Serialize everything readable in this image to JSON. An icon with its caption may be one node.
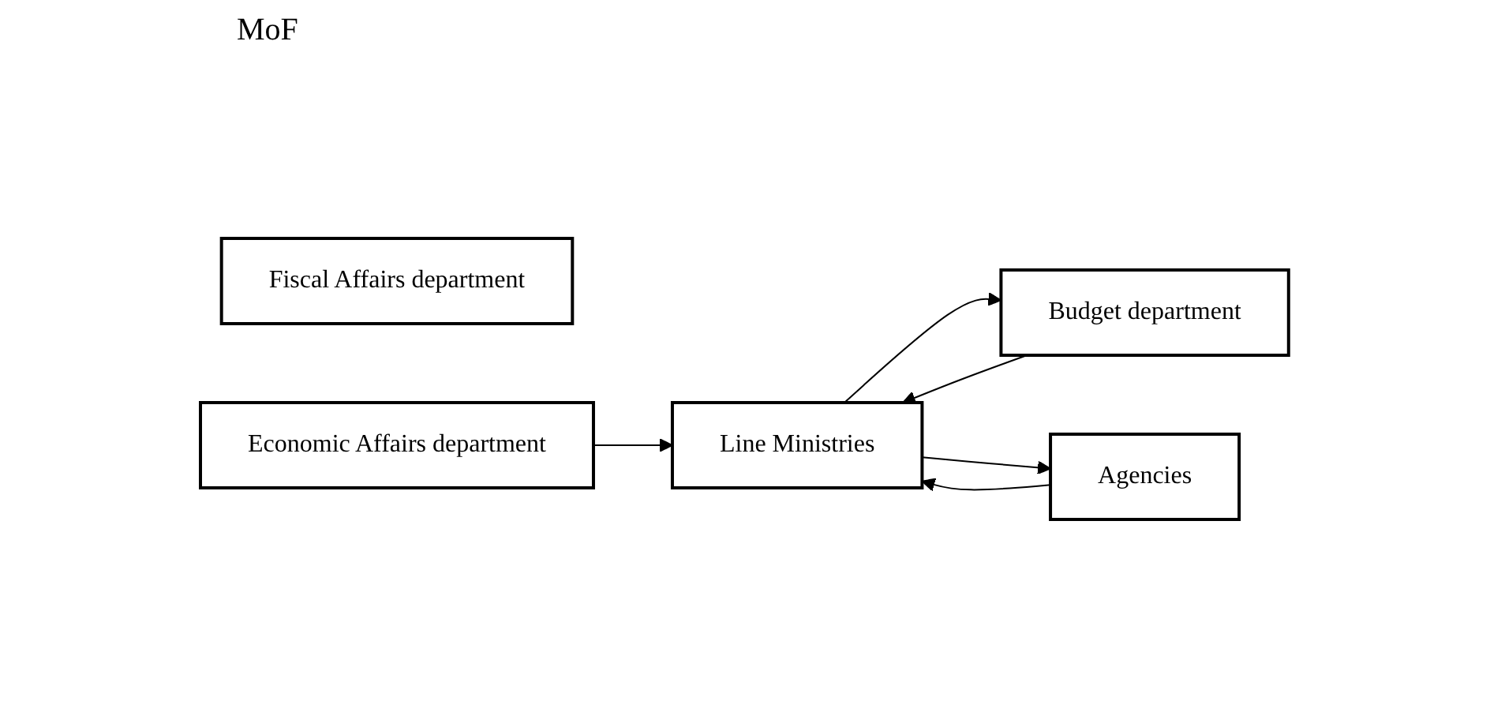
{
  "diagram": {
    "title": "MoF",
    "nodes": [
      {
        "text": [
          "Fiscal Affairs department"
        ]
      },
      {
        "text": [
          "Economic Affairs department"
        ]
      },
      {
        "text": [
          "Budget department"
        ]
      },
      {
        "text": [
          "Line Ministries"
        ]
      },
      {
        "text": [
          "Agencies"
        ]
      }
    ],
    "edges": [
      {
        "from": 1,
        "to": 3,
        "arrow": "to"
      },
      {
        "from": 2,
        "to": 3,
        "arrow": "to"
      },
      {
        "from": 3,
        "to": 2,
        "arrow": "to"
      },
      {
        "from": 3,
        "to": 4,
        "arrow": "to"
      },
      {
        "from": 4,
        "to": 3,
        "arrow": "to"
      }
    ]
  }
}
